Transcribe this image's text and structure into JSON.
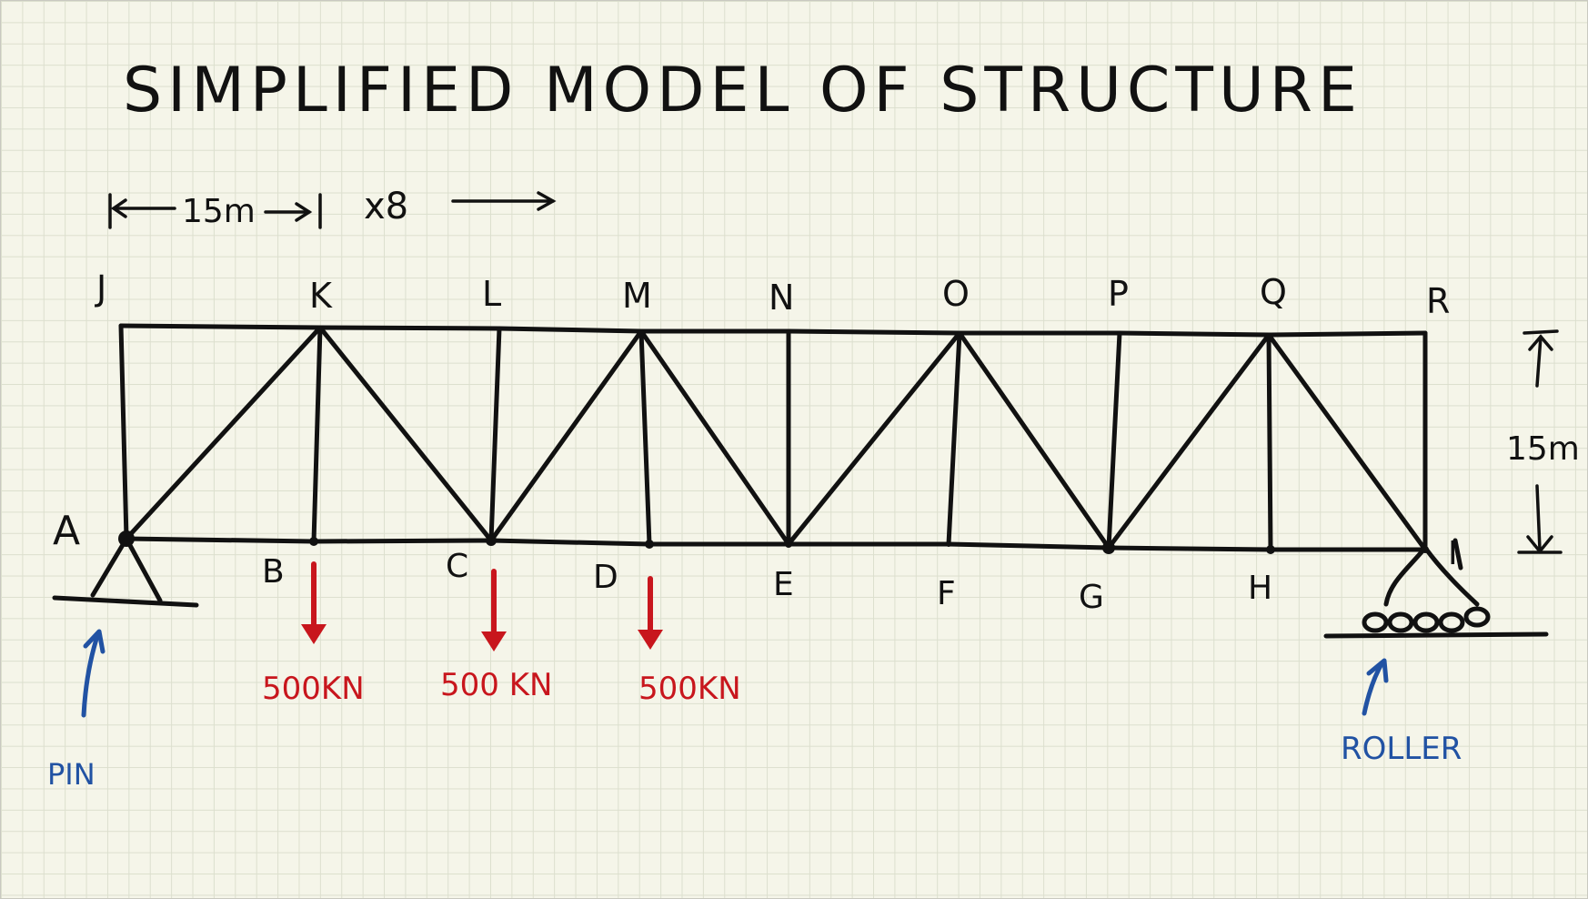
{
  "title": "SIMPLIFIED MODEL OF STRUCTURE",
  "dimensions": {
    "panel_width": "15m",
    "panel_count": "x8",
    "height": "15m"
  },
  "top_nodes": [
    "J",
    "K",
    "L",
    "M",
    "N",
    "O",
    "P",
    "Q",
    "R"
  ],
  "bottom_nodes": [
    "A",
    "B",
    "C",
    "D",
    "E",
    "F",
    "G",
    "H",
    "I"
  ],
  "loads": [
    {
      "node": "B",
      "label": "500KN"
    },
    {
      "node": "C",
      "label": "500 KN"
    },
    {
      "node": "D",
      "label": "500KN"
    }
  ],
  "supports": {
    "left": "PIN",
    "right": "ROLLER"
  },
  "colors": {
    "ink": "#111111",
    "load": "#c8161d",
    "support_label": "#2152a3",
    "paper": "#f5f5e9",
    "grid": "#dcdfce"
  }
}
